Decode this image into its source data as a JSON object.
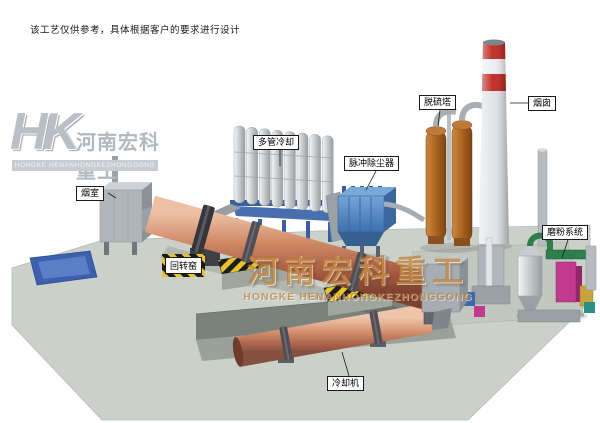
{
  "disclaimer": "该工艺仅供参考，具体根据客户的要求进行设计",
  "logo": {
    "monogram": "HK",
    "company_cn": "河南宏科重工",
    "company_en": "HONGKE HENANHONGKEZHONGGONG"
  },
  "watermark": {
    "company_cn": "河南宏科重工",
    "company_en": "HONGKE HENANHONGKEZHONGGONG"
  },
  "labels": {
    "smoke_chamber": "烟室",
    "rotary_kiln": "回转窑",
    "multi_tube_cooler": "多管冷却",
    "pulse_dust_collector": "脉冲除尘器",
    "desulfurization_tower": "脱硫塔",
    "chimney": "烟囱",
    "grinding_system": "磨粉系统",
    "cooling_machine": "冷却机"
  },
  "colors": {
    "kiln_salmon": "#c97a5a",
    "platform_gray": "#cbd1c9",
    "dust_collector_blue": "#4a80c0",
    "tower_orange": "#a9601f",
    "chimney_red": "#c03028",
    "hazard_yellow": "#e8c42a",
    "watermark_orange": "#bb7628",
    "pipe_green": "#2f7f4c",
    "unit_magenta": "#c23a90"
  }
}
